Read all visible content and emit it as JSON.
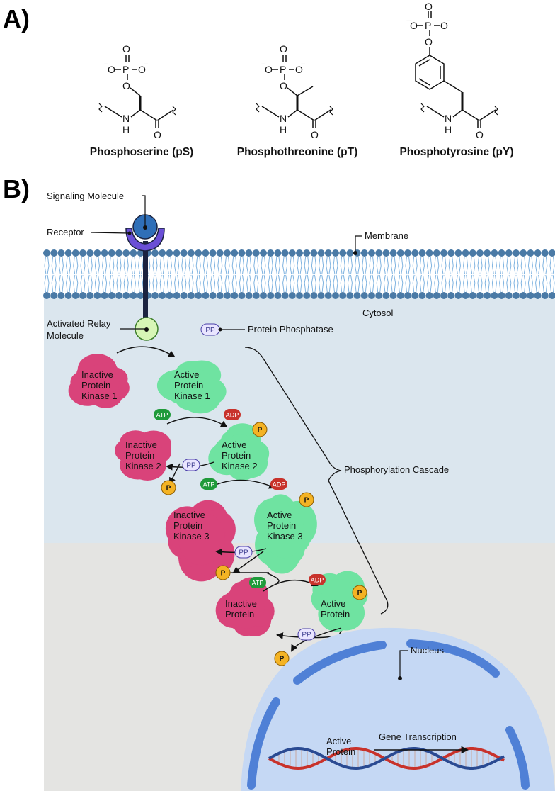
{
  "panel_a": {
    "label": "A)",
    "structures": [
      {
        "name": "Phosphoserine (pS)"
      },
      {
        "name": "Phosphothreonine (pT)"
      },
      {
        "name": "Phosphotyrosine (pY)"
      }
    ]
  },
  "panel_b": {
    "label": "B)",
    "signaling_molecule": "Signaling Molecule",
    "receptor": "Receptor",
    "membrane": "Membrane",
    "cytosol": "Cytosol",
    "relay_line1": "Activated Relay",
    "relay_line2": "Molecule",
    "phosphatase": "Protein Phosphatase",
    "cascade": "Phosphorylation Cascade",
    "nucleus": "Nucleus",
    "gene_transcription": "Gene Transcription",
    "kinases": {
      "inactive1": [
        "Inactive",
        "Protein",
        "Kinase 1"
      ],
      "active1": [
        "Active",
        "Protein",
        "Kinase 1"
      ],
      "inactive2": [
        "Inactive",
        "Protein",
        "Kinase 2"
      ],
      "active2": [
        "Active",
        "Protein",
        "Kinase 2"
      ],
      "inactive3": [
        "Inactive",
        "Protein",
        "Kinase 3"
      ],
      "active3": [
        "Active",
        "Protein",
        "Kinase 3"
      ],
      "inactive_protein": [
        "Inactive",
        "Protein"
      ],
      "active_protein": [
        "Active",
        "Protein"
      ],
      "nuclear_protein": [
        "Active",
        "Protein"
      ]
    },
    "badges": {
      "atp": "ATP",
      "adp": "ADP",
      "pp": "PP",
      "p": "P"
    }
  },
  "chemistry": {
    "p": "P",
    "o": "O",
    "minus": "−",
    "n": "N",
    "h": "H"
  },
  "colors": {
    "inactive": "#d9437a",
    "active": "#6fe3a1",
    "atp": "#1f9a3a",
    "adp": "#c8322b",
    "phosphate": "#f4b324",
    "phosphatase_fill": "#e9e5ff",
    "receptor": "#6a4fd6",
    "signal": "#2f6fb8",
    "membrane": "#3b6c9a",
    "cytosol_top": "#dbe6ee",
    "cytosol_bottom": "#e4e4e2",
    "nucleus": "#c5d8f4",
    "nuclear_envelope": "#4f80d6",
    "dna_red": "#c8322b",
    "dna_blue": "#2a4a92"
  }
}
